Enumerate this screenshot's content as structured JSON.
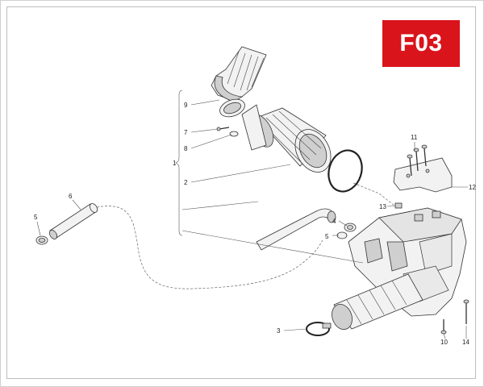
{
  "page_code": "F03",
  "callouts": {
    "c1": "1",
    "c2": "2",
    "c3": "3",
    "c4": "4",
    "c5a": "5",
    "c5b": "5",
    "c6": "6",
    "c7": "7",
    "c8": "8",
    "c9": "9",
    "c10": "10",
    "c11": "11",
    "c12": "12",
    "c13": "13",
    "c14": "14"
  }
}
